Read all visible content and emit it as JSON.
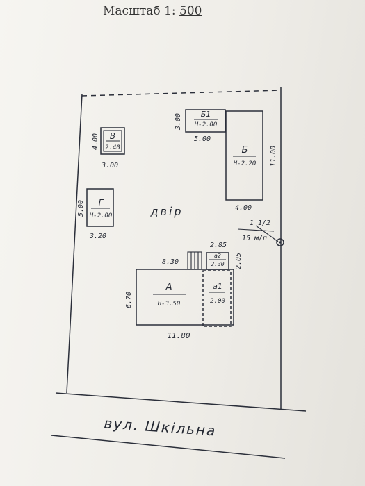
{
  "header": {
    "scale_label": "Масштаб 1:",
    "scale_value": "500"
  },
  "buildings": {
    "B": {
      "letter": "В",
      "height": "2.40",
      "dim_side": "4.00",
      "dim_bottom": "3.00"
    },
    "G": {
      "letter": "Г",
      "height": "H-2.00",
      "dim_side": "5.00",
      "dim_bottom": "3.20"
    },
    "B1": {
      "letter": "Б1",
      "height": "H-2.00",
      "dim_side": "3.00",
      "dim_bottom": "5.00"
    },
    "Bmain": {
      "letter": "Б",
      "height": "H-2.20",
      "dim_side": "11.00",
      "dim_bottom": "4.00"
    },
    "A": {
      "letter": "А",
      "height": "H-3.50",
      "dim_top": "8.30",
      "dim_side": "6.70",
      "dim_bottom": "11.80"
    },
    "a1": {
      "letter": "а1",
      "height": "2.00"
    },
    "a2": {
      "letter": "а2",
      "height": "2.30",
      "dim_top": "2.85",
      "dim_side": "2.05"
    }
  },
  "labels": {
    "yard": "двір",
    "street": "вул. Шкільна",
    "pole_number": "1 1/2",
    "pole_note": "15 м/п"
  }
}
